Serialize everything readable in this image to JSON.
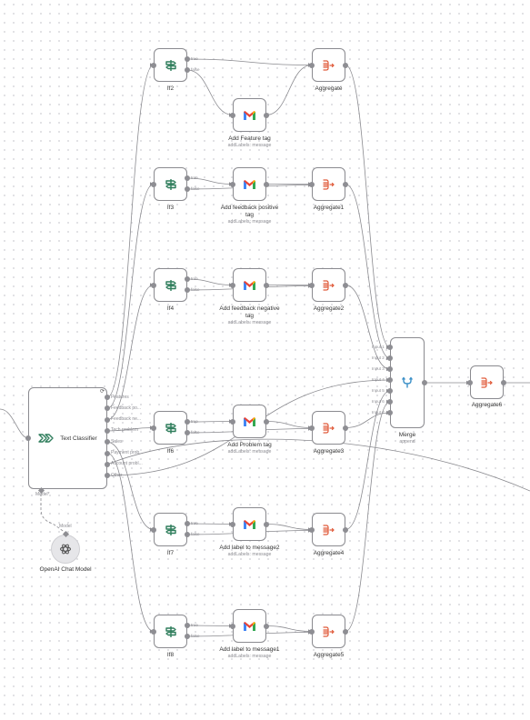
{
  "colors": {
    "edge": "#8a8a8f",
    "if_icon": "#2e7d5b",
    "aggregate_icon": "#e05a3a",
    "gmail_red": "#ea4335",
    "merge_icon": "#3a8fc7"
  },
  "port_labels": {
    "true": "true",
    "false": "false"
  },
  "ifs": [
    {
      "label": "If2"
    },
    {
      "label": "If3"
    },
    {
      "label": "If4"
    },
    {
      "label": "If6"
    },
    {
      "label": "If7"
    },
    {
      "label": "If8"
    }
  ],
  "gmail": [
    {
      "label": "Add Feature tag",
      "sub": "addLabels: message"
    },
    {
      "label": "Add feedback positive tag",
      "sub": "addLabels: message"
    },
    {
      "label": "Add feedback negative tag",
      "sub": "addLabels: message"
    },
    {
      "label": "Add Problem tag",
      "sub": "addLabels: message"
    },
    {
      "label": "Add label to message2",
      "sub": "addLabels: message"
    },
    {
      "label": "Add label to message1",
      "sub": "addLabels: message"
    }
  ],
  "aggregates": [
    {
      "label": "Aggregate"
    },
    {
      "label": "Aggregate1"
    },
    {
      "label": "Aggregate2"
    },
    {
      "label": "Aggregate3"
    },
    {
      "label": "Aggregate4"
    },
    {
      "label": "Aggregate5"
    }
  ],
  "text_classifier": {
    "label": "Text Classifier",
    "bottom_port": "Model*",
    "outputs": [
      "Features",
      "Feedback po...",
      "Feedback ne...",
      "Tech problem",
      "Sales",
      "Payment prob...",
      "Account probl...",
      "Other"
    ]
  },
  "chat_model": {
    "label": "OpenAI Chat Model",
    "top_port": "Model"
  },
  "merge": {
    "label": "Merge",
    "sub": "append",
    "inputs": [
      "Input 1",
      "Input 2",
      "Input 3",
      "Input 4",
      "Input 5",
      "Input 6",
      "Input 7"
    ]
  },
  "aggregate6": {
    "label": "Aggregate6"
  }
}
